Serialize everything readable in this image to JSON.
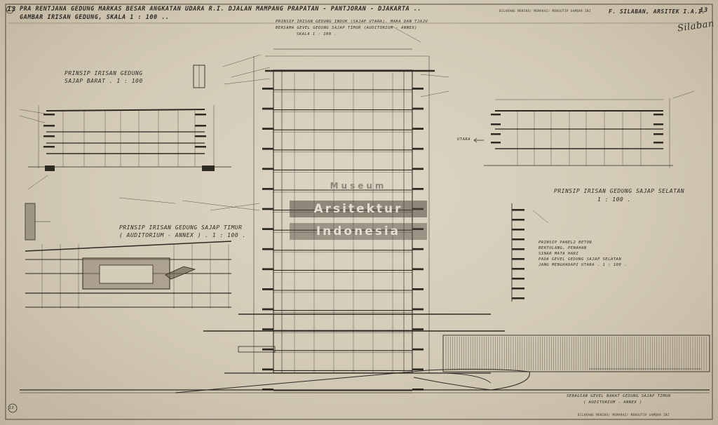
{
  "header": {
    "sheet_number": "13",
    "title_line1": "Pra Rentjana Gedung Markas Besar Angkatan Udara R.I. Djalan Mampang Prapatan - Pantjoran - Djakarta ..",
    "title_line2": "Gambar Irisan Gedung, Skala 1 : 100 ..",
    "note_top": "Dilarang meniru/ memakai/ mengutip gambar ini",
    "architect": "F. Silaban, Arsitek I.A.I.",
    "signature": "Silaban"
  },
  "sections": {
    "west_wing": {
      "title": "Prinsip Irisan Gedung",
      "subtitle": "Sajap Barat . 1 : 100"
    },
    "main_note": {
      "line1": "Prinsip Irisan Gedung Induk (Sajap Utara). Maka dan tjaju",
      "line2": "Bersama gevel gedung sajap timur (Auditorium - Annex)",
      "line3": "Skala 1 : 100 ."
    },
    "east_wing": {
      "line1": "Prinsip Irisan Gedung Sajap Timur",
      "line2": "( Auditorium - Annex ) . 1 : 100 ."
    },
    "south_wing": {
      "line1": "Prinsip Irisan Gedung Sajap Selatan",
      "line2": "1 : 100 ."
    },
    "panel_note": {
      "line1": "Prinsip Panel2 Beton",
      "line2": "Bertulang, Penahan",
      "line3": "Sinar Mata Hari",
      "line4": "Pada Gevel Gedung Sajap Selatan",
      "line5": "Jang Menghadapi Utara . 1 : 100 ."
    },
    "bottom_note": {
      "line1": "Sebagian Gevel Barat Gedung Sajap Timur",
      "line2": "( Auditorium - Annex )"
    },
    "utara_label": "Utara",
    "footer_note": "Dilarang meniru/ memakai/ mengutip gambar ini",
    "corner_left": "13",
    "corner_right": "13"
  },
  "watermark": {
    "line1": "Museum",
    "line2": "Arsitektur",
    "line3": "Indonesia"
  },
  "colors": {
    "ink": "#2d2a24",
    "paper": "#d6cdb9"
  }
}
